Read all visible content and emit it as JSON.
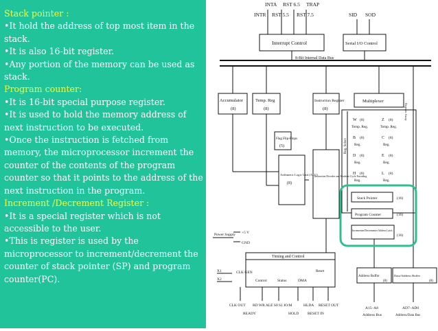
{
  "notes": {
    "heading_sp": "Stack pointer :",
    "sp_1": "•It hold the address of top most item in the stack.",
    "sp_2": "•It is also 16-bit register.",
    "sp_3": "•Any portion of the memory can be used as stack.",
    "heading_pc": "Program counter:",
    "pc_1": "•It is 16-bit special purpose register.",
    "pc_2": "•It is used to hold the memory address of next instruction to be executed.",
    "pc_3": "•Once the instruction is fetched from memory, the microprocessor increment the counter of the contents of the program counter so that it points to the address of the next instruction in the program.",
    "heading_ir": "Increment /Decrement Register :",
    "ir_1": "•It is a special register which is not accessible to the user.",
    "ir_2": "•This is register is used by the microprocessor to increment/decrement the counter of stack pointer (SP) and program counter(PC)."
  },
  "diagram": {
    "pins_top": [
      "INTA",
      "RST 6.5",
      "TRAP",
      "INTR",
      "RST 5.5",
      "RST 7.5",
      "SID",
      "SOD"
    ],
    "interrupt_control": "Interrupt Control",
    "serial_io": "Serial I/O Control",
    "bus_label": "8-Bit Internal Data Bus",
    "accumulator": "Accumulator",
    "acc_bits": "(8)",
    "temp_reg": "Temp. Reg",
    "temp_bits": "(8)",
    "instr_reg": "Instruction Register",
    "ir_bits": "(8)",
    "multiplexer": "Multiplexer",
    "flag": "Flag Flip-Flops",
    "flag_bits": "(5)",
    "alu": "Arithmetic Logic Unit (ALU)",
    "alu_bits": "(8)",
    "decoder": "Instruction Decoder and Machine Cycle Encoding",
    "regs": [
      {
        "name": "W",
        "bits": "(8)",
        "sub": "Temp. Reg."
      },
      {
        "name": "Z",
        "bits": "(8)",
        "sub": "Temp. Reg."
      },
      {
        "name": "B",
        "bits": "(8)",
        "sub": "Reg."
      },
      {
        "name": "C",
        "bits": "(8)",
        "sub": "Reg."
      },
      {
        "name": "D",
        "bits": "(8)",
        "sub": "Reg."
      },
      {
        "name": "E",
        "bits": "(8)",
        "sub": "Reg."
      },
      {
        "name": "H",
        "bits": "(8)",
        "sub": "Reg."
      },
      {
        "name": "L",
        "bits": "(8)",
        "sub": "Reg."
      }
    ],
    "reg_select": "Reg. Select",
    "register_array": "Register Array",
    "stack_pointer": "Stack Pointer",
    "sp_bits": "(16)",
    "program_counter": "Program Counter",
    "pc_bits": "(16)",
    "incdec": "Incrementer/Decrementer Address Latch",
    "incdec_bits": "(16)",
    "power_supply": "Power Supply",
    "plus5v": "+5 V",
    "gnd": "GND",
    "timing": "Timing and Control",
    "x1": "X1",
    "x2": "X2",
    "clk_gen": "CLK GEN",
    "control": "Control",
    "status": "Status",
    "dma": "DMA",
    "reset": "Reset",
    "address_buffer": "Address Buffer",
    "addr_buf_bits": "(8)",
    "data_addr_buffer": "Data/Address Buffer",
    "data_buf_bits": "(8)",
    "pins_bottom": [
      "CLK OUT",
      "RD WR ALE S0 S1 IO/M",
      "HLDA",
      "RESET OUT"
    ],
    "ready": "READY",
    "hold": "HOLD",
    "reset_in": "RESET IN",
    "a15_a8": "A15–A8",
    "address_bus": "Address Bus",
    "ad7_ad0": "AD7–AD0",
    "addr_data_bus": "Address/Data Bus",
    "highlight_color": "#2fbf8a"
  }
}
